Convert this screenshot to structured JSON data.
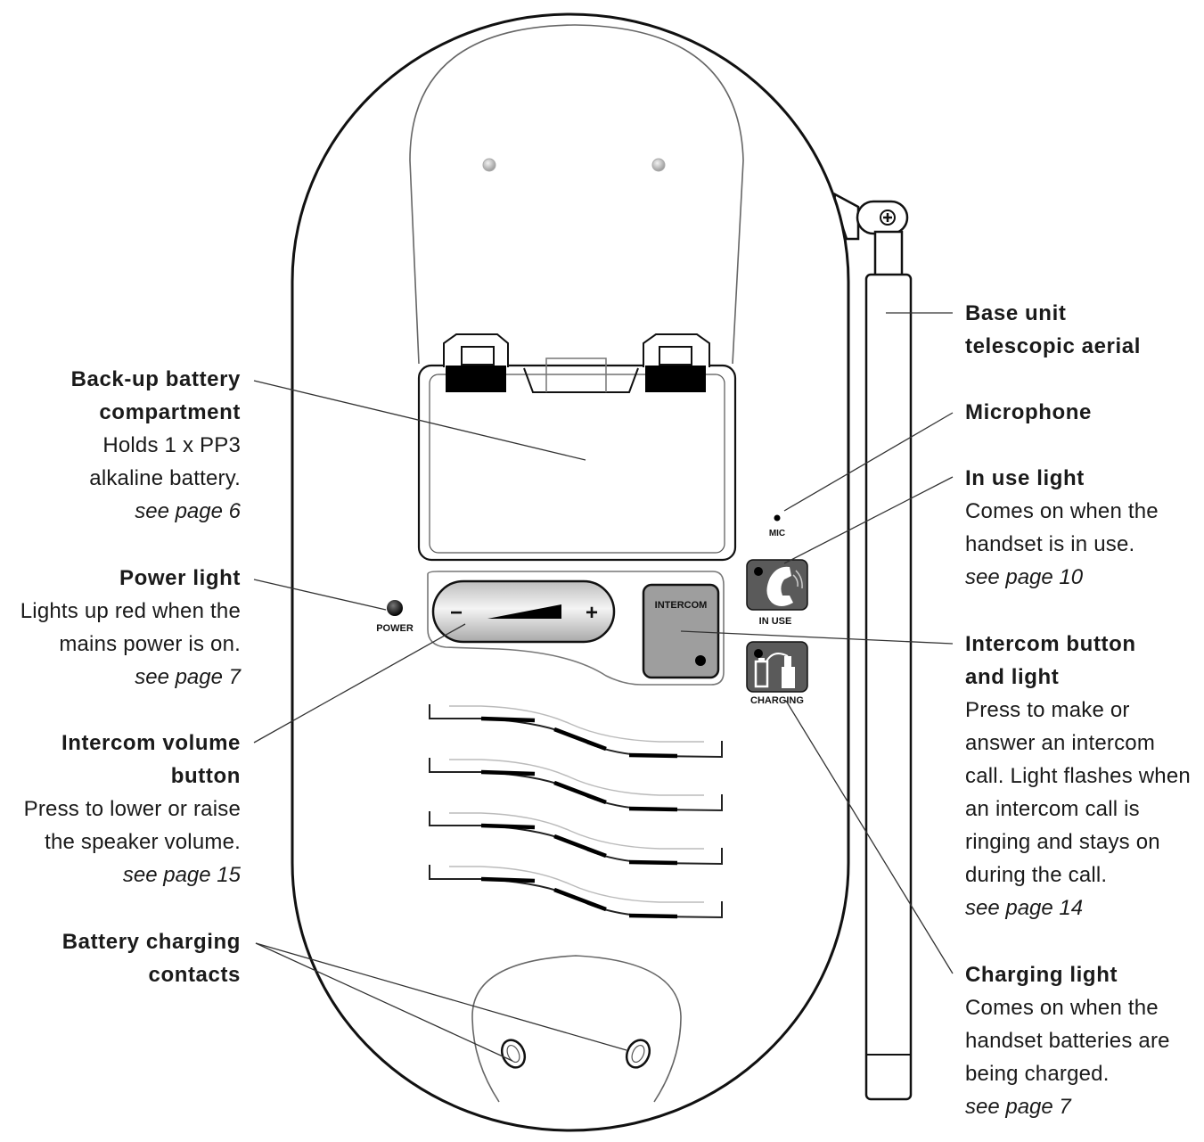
{
  "device": {
    "mic_label": "MIC",
    "in_use_label": "IN USE",
    "charging_label": "CHARGING",
    "power_label": "POWER",
    "intercom_label": "INTERCOM",
    "minus_label": "−",
    "plus_label": "+"
  },
  "callouts": {
    "backup_battery": {
      "title_1": "Back-up battery",
      "title_2": "compartment",
      "desc_1": "Holds 1 x PP3",
      "desc_2": "alkaline battery.",
      "page": "see page 6"
    },
    "power_light": {
      "title": "Power light",
      "desc_1": "Lights up red when the",
      "desc_2": "mains power is on.",
      "page": "see page 7"
    },
    "intercom_volume": {
      "title_1": "Intercom volume",
      "title_2": "button",
      "desc_1": "Press to lower or raise",
      "desc_2": "the speaker volume.",
      "page": "see page 15"
    },
    "charging_contacts": {
      "title_1": "Battery charging",
      "title_2": "contacts"
    },
    "aerial": {
      "title_1": "Base unit",
      "title_2": "telescopic aerial"
    },
    "microphone": {
      "title": "Microphone"
    },
    "in_use_light": {
      "title": "In use light",
      "desc_1": "Comes on when the",
      "desc_2": "handset is in use.",
      "page": "see page 10"
    },
    "intercom_button": {
      "title_1": "Intercom button",
      "title_2": "and light",
      "desc_1": "Press to make or",
      "desc_2": "answer an intercom",
      "desc_3": "call. Light flashes when",
      "desc_4": "an intercom call is",
      "desc_5": "ringing and stays on",
      "desc_6": "during the call.",
      "page": "see page 14"
    },
    "charging_light": {
      "title": "Charging light",
      "desc_1": "Comes on when the",
      "desc_2": "handset batteries are",
      "desc_3": "being charged.",
      "page": "see page 7"
    }
  }
}
